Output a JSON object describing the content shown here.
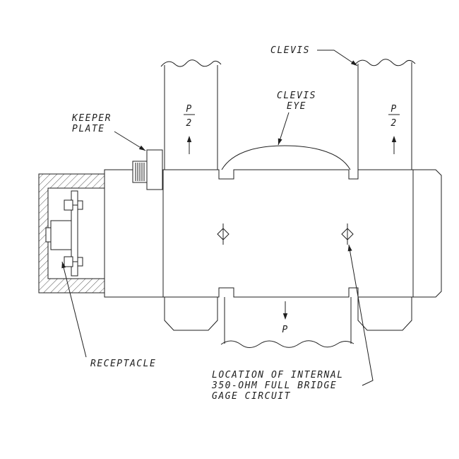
{
  "diagram": {
    "colors": {
      "line": "#1f1f1f",
      "background": "#ffffff",
      "hatch": "#2a2a2a"
    },
    "labels": {
      "clevis": "CLEVIS",
      "clevis_eye": [
        "CLEVIS",
        "EYE"
      ],
      "keeper_plate": [
        "KEEPER",
        "PLATE"
      ],
      "receptacle": "RECEPTACLE",
      "gage_note": [
        "LOCATION OF INTERNAL",
        "350-OHM FULL BRIDGE",
        "GAGE CIRCUIT"
      ],
      "load_left": {
        "numerator": "P",
        "denominator": "2"
      },
      "load_right": {
        "numerator": "P",
        "denominator": "2"
      },
      "load_bottom": "P"
    }
  }
}
